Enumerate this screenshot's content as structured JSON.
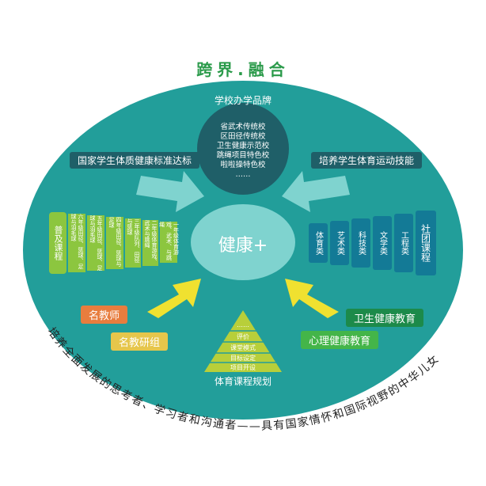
{
  "title": "跨界.融合",
  "brand": {
    "heading": "学校办学品牌",
    "items": [
      "省武术传统校",
      "区田径传统校",
      "卫生健康示范校",
      "跳绳项目特色校",
      "啦啦操特色校",
      "……"
    ]
  },
  "center": "健康+",
  "left_top_label": "国家学生体质健康标准达标",
  "right_top_label": "培养学生体育运动技能",
  "general_courses": {
    "title": "普及课程",
    "columns": [
      "六年级田径、篮球、足球与羽毛球",
      "五年级田径、篮球、足球与羽毛球",
      "四年级田径、篮球与足球",
      "三年级队列、田径与篮球",
      "二年级体育游戏、武术与跳绳",
      "一年级体育游戏、武术、与跳绳"
    ]
  },
  "club_courses": {
    "title": "社团课程",
    "columns": [
      "体育类",
      "艺术类",
      "科技类",
      "文学类",
      "工程类"
    ]
  },
  "teachers": [
    "名教师",
    "名教研组"
  ],
  "health": [
    "卫生健康教育",
    "心理健康教育"
  ],
  "pyramid": {
    "levels": [
      "……",
      "评价",
      "课堂模式",
      "目标设定",
      "项目开设"
    ],
    "caption": "体育课程规划"
  },
  "motto": "培养全面发展的思考者、学习者和沟通者——具有国家情怀和国际视野的中华儿女",
  "colors": {
    "teal": "#229e9a",
    "dark": "#1f5f68",
    "green": "#8cc63f",
    "blue": "#137a96",
    "orange": "#e87d3e",
    "yellow": "#e6c64b",
    "darkgreen": "#1c8a4a",
    "lightgreen": "#44b549"
  }
}
